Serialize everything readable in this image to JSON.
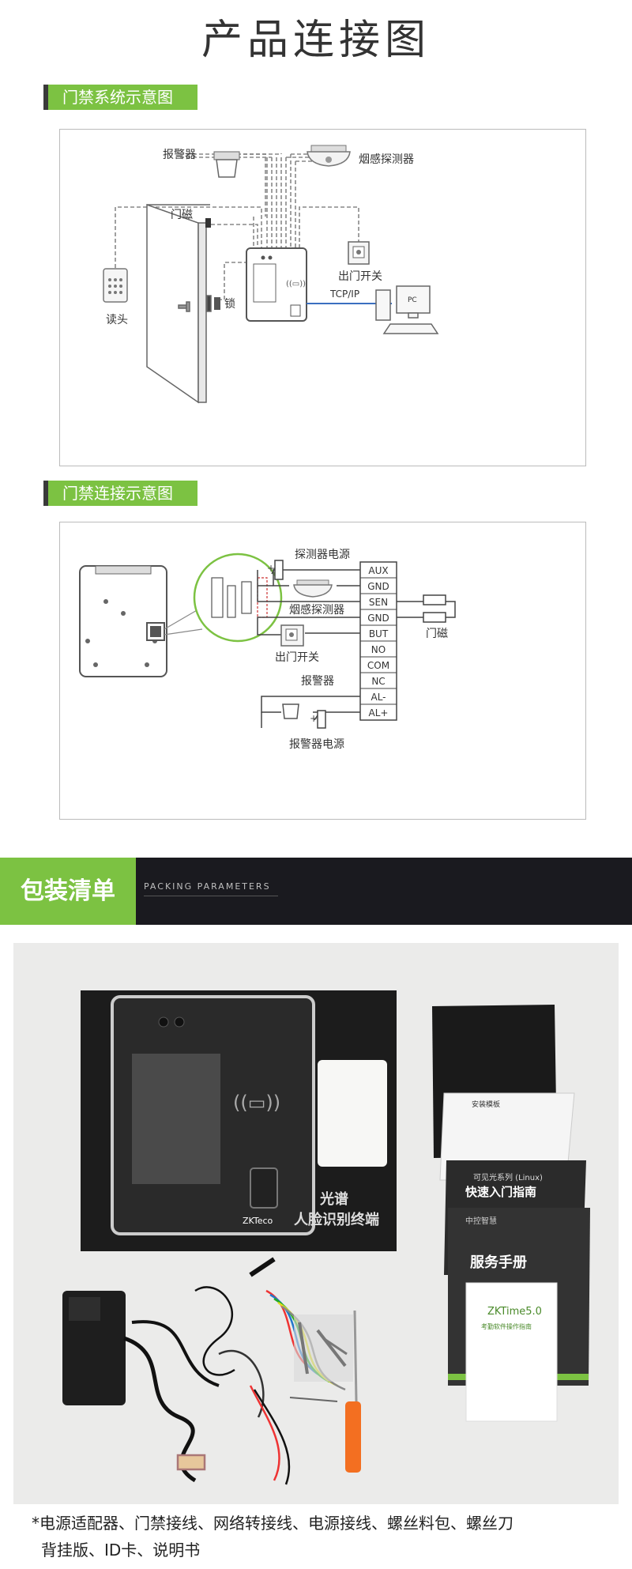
{
  "page_title": "产品连接图",
  "section1": {
    "tag": "门禁系统示意图",
    "labels": {
      "alarm": "报警器",
      "smoke": "烟感探测器",
      "door_sensor": "门磁",
      "reader": "读头",
      "lock": "锁",
      "exit_button": "出门开关",
      "tcpip": "TCP/IP",
      "pc": "PC"
    }
  },
  "section2": {
    "tag": "门禁连接示意图",
    "labels": {
      "detector_power": "探测器电源",
      "smoke": "烟感探测器",
      "exit_button": "出门开关",
      "alarm": "报警器",
      "alarm_power": "报警器电源",
      "door_sensor": "门磁"
    },
    "terminals": [
      "AUX",
      "GND",
      "SEN",
      "GND",
      "BUT",
      "NO",
      "COM",
      "NC",
      "AL-",
      "AL+"
    ]
  },
  "packing": {
    "title": "包装清单",
    "subtitle": "PACKING PARAMETERS",
    "photo_texts": {
      "device_text1": "光谱",
      "device_text2": "人脸识别终端",
      "device_brand": "ZKTeco",
      "guide_title": "安装模板",
      "guide2_series": "可见光系列 (Linux)",
      "guide2_title": "快速入门指南",
      "service_brand": "中控智慧",
      "service_title": "服务手册",
      "software_title": "ZKTime5.0",
      "software_sub": "考勤软件操作指南"
    },
    "caption_line1": "*电源适配器、门禁接线、网络转接线、电源接线、螺丝料包、螺丝刀",
    "caption_line2": "背挂版、ID卡、说明书"
  },
  "colors": {
    "accent_green": "#7cc242",
    "banner_dark": "#1a1a1f",
    "tcp_line": "#3b6fc0"
  }
}
